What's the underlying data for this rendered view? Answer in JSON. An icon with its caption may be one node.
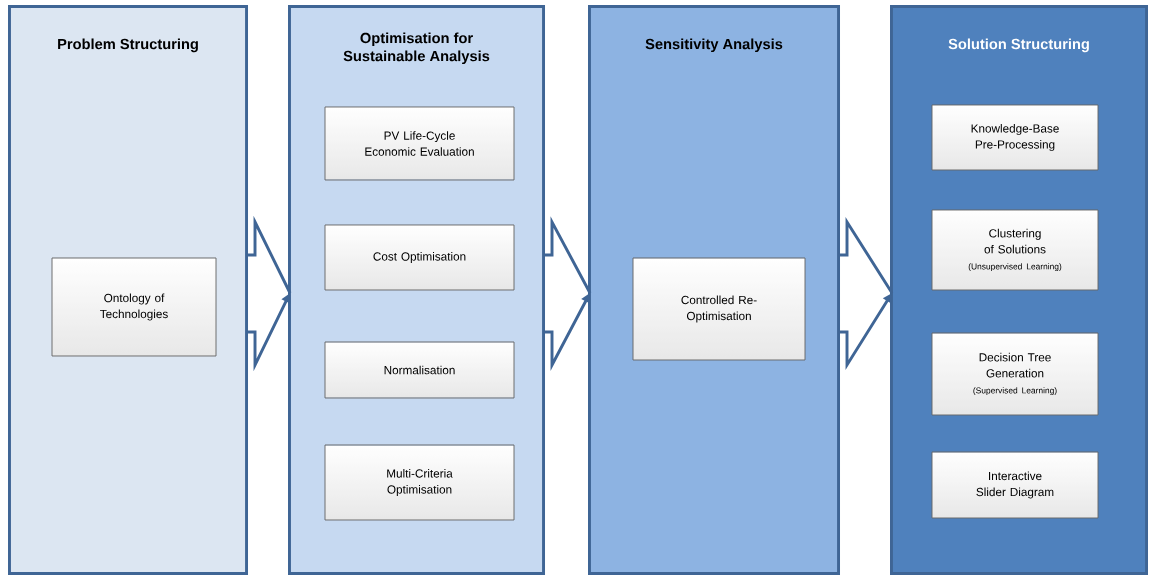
{
  "diagram": {
    "nodes": [
      {
        "text": [
          "Problem Structuring"
        ]
      },
      {
        "text": [
          "Ontology of Technologies"
        ],
        "in": 0
      },
      {
        "text": [
          "Optimisation for Sustainable Analysis"
        ]
      },
      {
        "text": [
          "PV Life-Cycle Economic Evaluation"
        ],
        "in": 2
      },
      {
        "text": [
          "Cost Optimisation"
        ],
        "in": 2
      },
      {
        "text": [
          "Normalisation"
        ],
        "in": 2
      },
      {
        "text": [
          "Multi-Criteria Optimisation"
        ],
        "in": 2
      },
      {
        "text": [
          "Sensitivity Analysis"
        ]
      },
      {
        "text": [
          "Controlled Re-Optimisation"
        ],
        "in": 7
      },
      {
        "text": [
          "Solution Structuring"
        ]
      },
      {
        "text": [
          "Knowledge-Base Pre-Processing"
        ],
        "in": 9
      },
      {
        "text": [
          "Clustering of Solutions",
          "(Unsupervised Learning)"
        ],
        "in": 9
      },
      {
        "text": [
          "Decision Tree Generation",
          "(Supervised Learning)"
        ],
        "in": 9
      },
      {
        "text": [
          "Interactive Slider Diagram"
        ],
        "in": 9
      }
    ],
    "edges": [
      {
        "from": 0,
        "to": 2,
        "arrow": "to"
      },
      {
        "from": 2,
        "to": 7,
        "arrow": "to"
      },
      {
        "from": 7,
        "to": 9,
        "arrow": "to"
      }
    ]
  }
}
